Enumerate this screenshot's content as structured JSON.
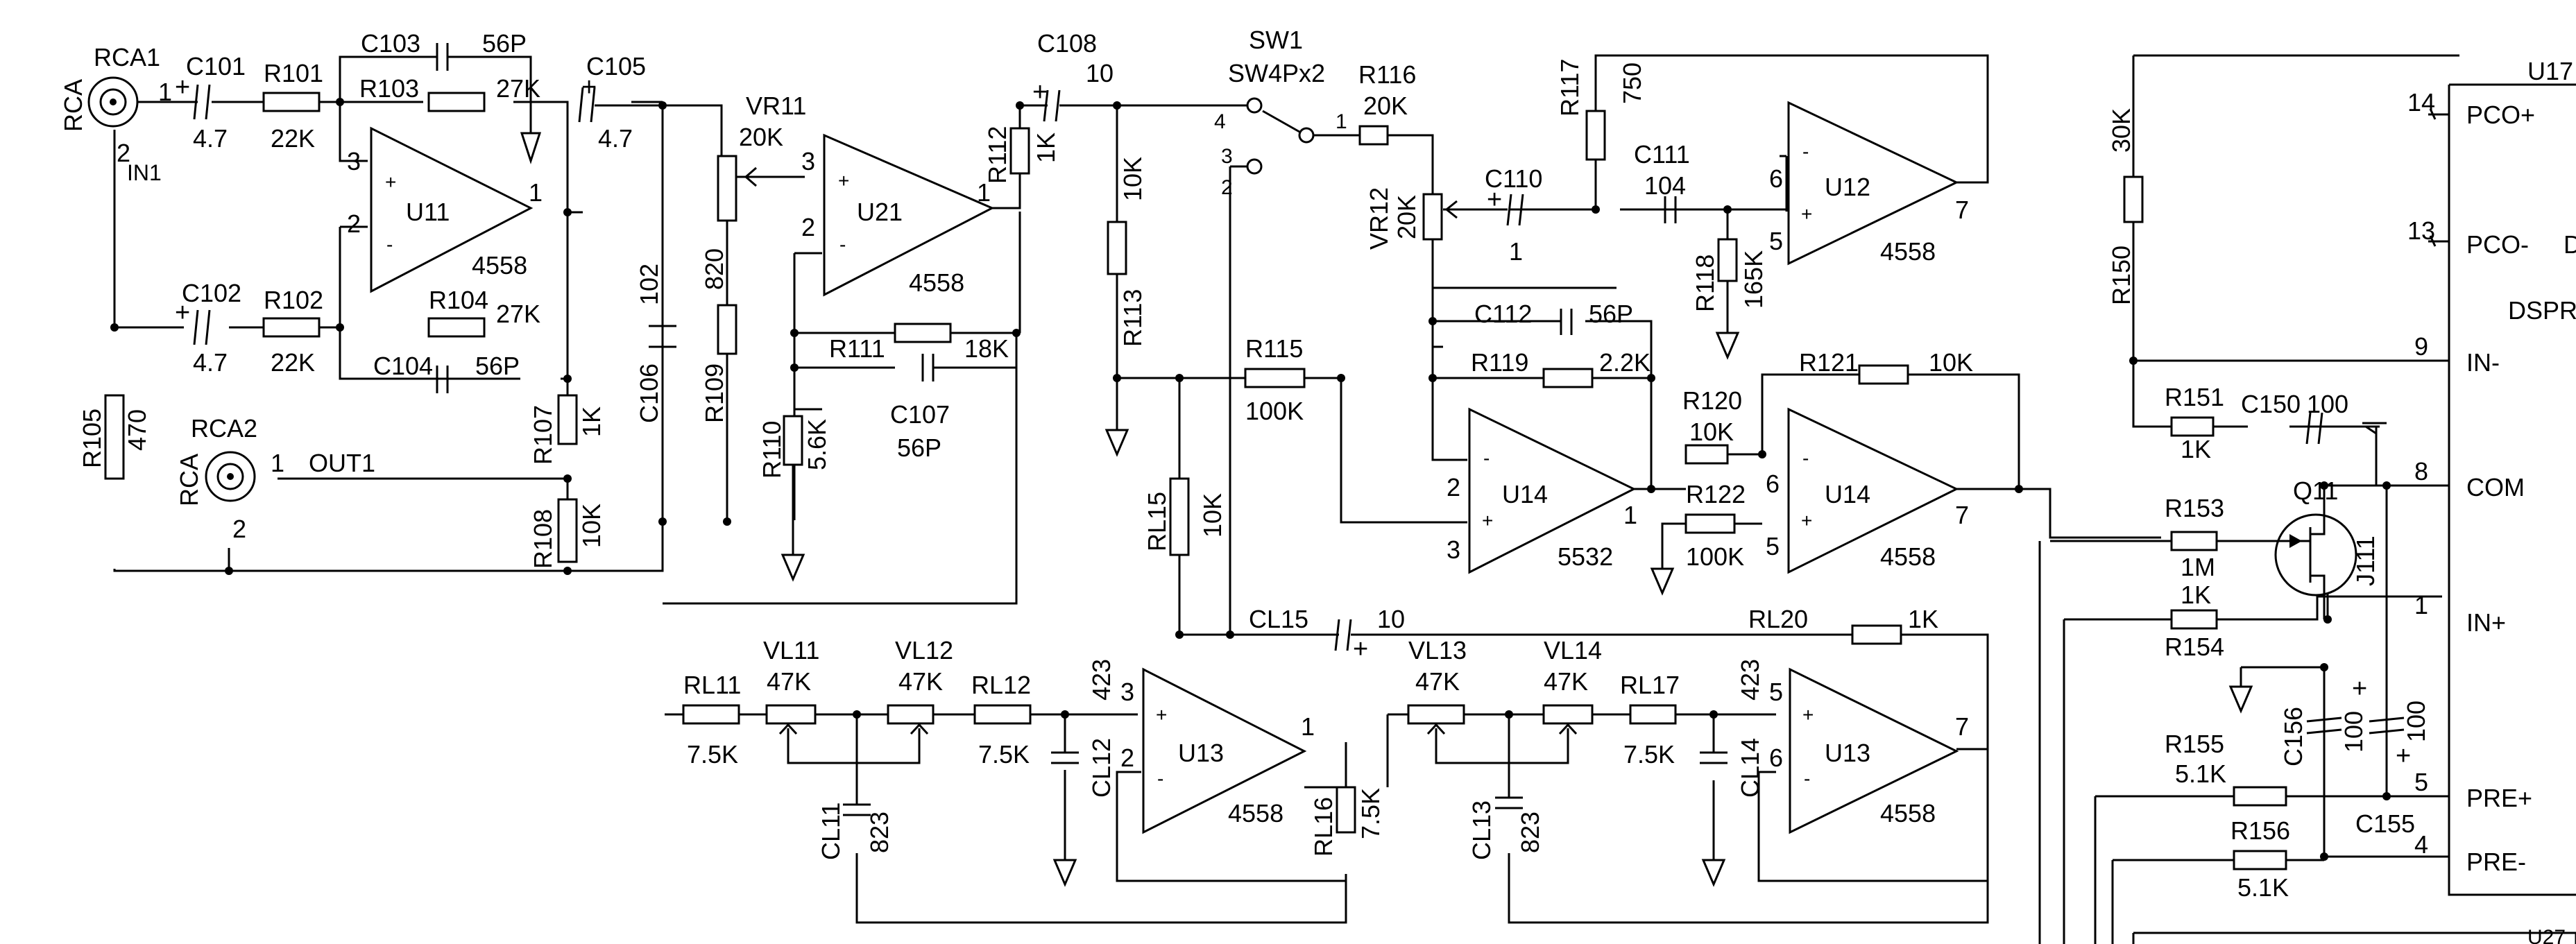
{
  "labels": {
    "RCA1": "RCA1",
    "RCA_a": "RCA",
    "pin1_a": "1",
    "pin2_a": "2",
    "IN1": "IN1",
    "RCA2": "RCA2",
    "RCA_b": "RCA",
    "pin1_b": "1",
    "pin2_b": "2",
    "OUT1": "OUT1",
    "C101": "C101",
    "C101v": "4.7",
    "R101": "R101",
    "R101v": "22K",
    "C103": "C103",
    "C103v": "56P",
    "R103": "R103",
    "R103v": "27K",
    "U11": "U11",
    "U11p": "4558",
    "U11n3": "3",
    "U11n2": "2",
    "U11n1": "1",
    "C102": "C102",
    "C102v": "4.7",
    "R102": "R102",
    "R102v": "22K",
    "R104": "R104",
    "R104v": "27K",
    "C104": "C104",
    "C104v": "56P",
    "R105": "R105",
    "R105v": "470",
    "R107": "R107",
    "R107v": "1K",
    "R108": "R108",
    "R108v": "10K",
    "C105": "C105",
    "C105v": "4.7",
    "C106": "C106",
    "C106v": "102",
    "VR11": "VR11",
    "VR11v": "20K",
    "R109": "R109",
    "R109v": "820",
    "R110": "R110",
    "R110v": "5.6K",
    "U21": "U21",
    "U21p": "4558",
    "U21n3": "3",
    "U21n2": "2",
    "U21n1": "1",
    "R111": "R111",
    "R111v": "18K",
    "C107": "C107",
    "C107v": "56P",
    "R112": "R112",
    "R112v": "1K",
    "C108": "C108",
    "C108v": "10",
    "R113": "R113",
    "R113v": "10K",
    "SW1": "SW1",
    "SW1p": "SW4Px2",
    "sw4": "4",
    "sw3": "3",
    "sw2": "2",
    "sw1": "1",
    "R115": "R115",
    "R115v": "100K",
    "R116": "R116",
    "R116v": "20K",
    "VR12": "VR12",
    "VR12v": "20K",
    "C110": "C110",
    "C110v": "1",
    "R117": "R117",
    "R117v": "750",
    "C111": "C111",
    "C111v": "104",
    "R118": "R118",
    "R118v": "165K",
    "U12": "U12",
    "U12p": "4558",
    "U12n6": "6",
    "U12n5": "5",
    "U12n7": "7",
    "C112": "C112",
    "C112v": "56P",
    "R119": "R119",
    "R119v": "2.2K",
    "U14a": "U14",
    "U14ap": "5532",
    "U14an2": "2",
    "U14an3": "3",
    "U14an1": "1",
    "R120": "R120",
    "R120v": "10K",
    "R121": "R121",
    "R121v": "10K",
    "R122": "R122",
    "R122v": "100K",
    "U14b": "U14",
    "U14bp": "4558",
    "U14bn6": "6",
    "U14bn5": "5",
    "U14bn7": "7",
    "RL15": "RL15",
    "RL15v": "10K",
    "CL15": "CL15",
    "CL15v": "10",
    "RL20": "RL20",
    "RL20v": "1K",
    "RL11": "RL11",
    "RL11v": "7.5K",
    "VL11": "VL11",
    "VL11v": "47K",
    "VL12": "VL12",
    "VL12v": "47K",
    "RL12": "RL12",
    "RL12v": "7.5K",
    "CL11": "CL11",
    "CL11v": "823",
    "CL12": "CL12",
    "CL12v": "423",
    "U13a": "U13",
    "U13ap": "4558",
    "U13an3": "3",
    "U13an2": "2",
    "U13an1": "1",
    "RL16": "RL16",
    "RL16v": "7.5K",
    "VL13": "VL13",
    "VL13v": "47K",
    "VL14": "VL14",
    "VL14v": "47K",
    "RL17": "RL17",
    "RL17v": "7.5K",
    "CL13": "CL13",
    "CL13v": "823",
    "CL14": "CL14",
    "CL14v": "423",
    "U13b": "U13",
    "U13bp": "4558",
    "U13bn5": "5",
    "U13bn6": "6",
    "U13bn7": "7",
    "R150": "R150",
    "R150v": "30K",
    "R151": "R151",
    "R151v": "1K",
    "C150": "C150",
    "C150v": "100",
    "R153": "R153",
    "R153v": "1M",
    "R154": "R154",
    "R154v": "1K",
    "Q11": "Q11",
    "Q11p": "J111",
    "R155": "R155",
    "R155v": "5.1K",
    "R156": "R156",
    "R156v": "5.1K",
    "C155": "C155",
    "C156": "C156",
    "C156v": "100",
    "C155v": "100",
    "U17": "U17",
    "U27": "U27",
    "p14": "14",
    "PCOp": "PCO+",
    "p13": "13",
    "PCOm": "PCO-",
    "Dfrag": "D",
    "DSPR": "DSPR",
    "p9": "9",
    "INm": "IN-",
    "p8": "8",
    "COM": "COM",
    "p1": "1",
    "INp": "IN+",
    "p5": "5",
    "PREp": "PRE+",
    "p4": "4",
    "PREm": "PRE-"
  }
}
